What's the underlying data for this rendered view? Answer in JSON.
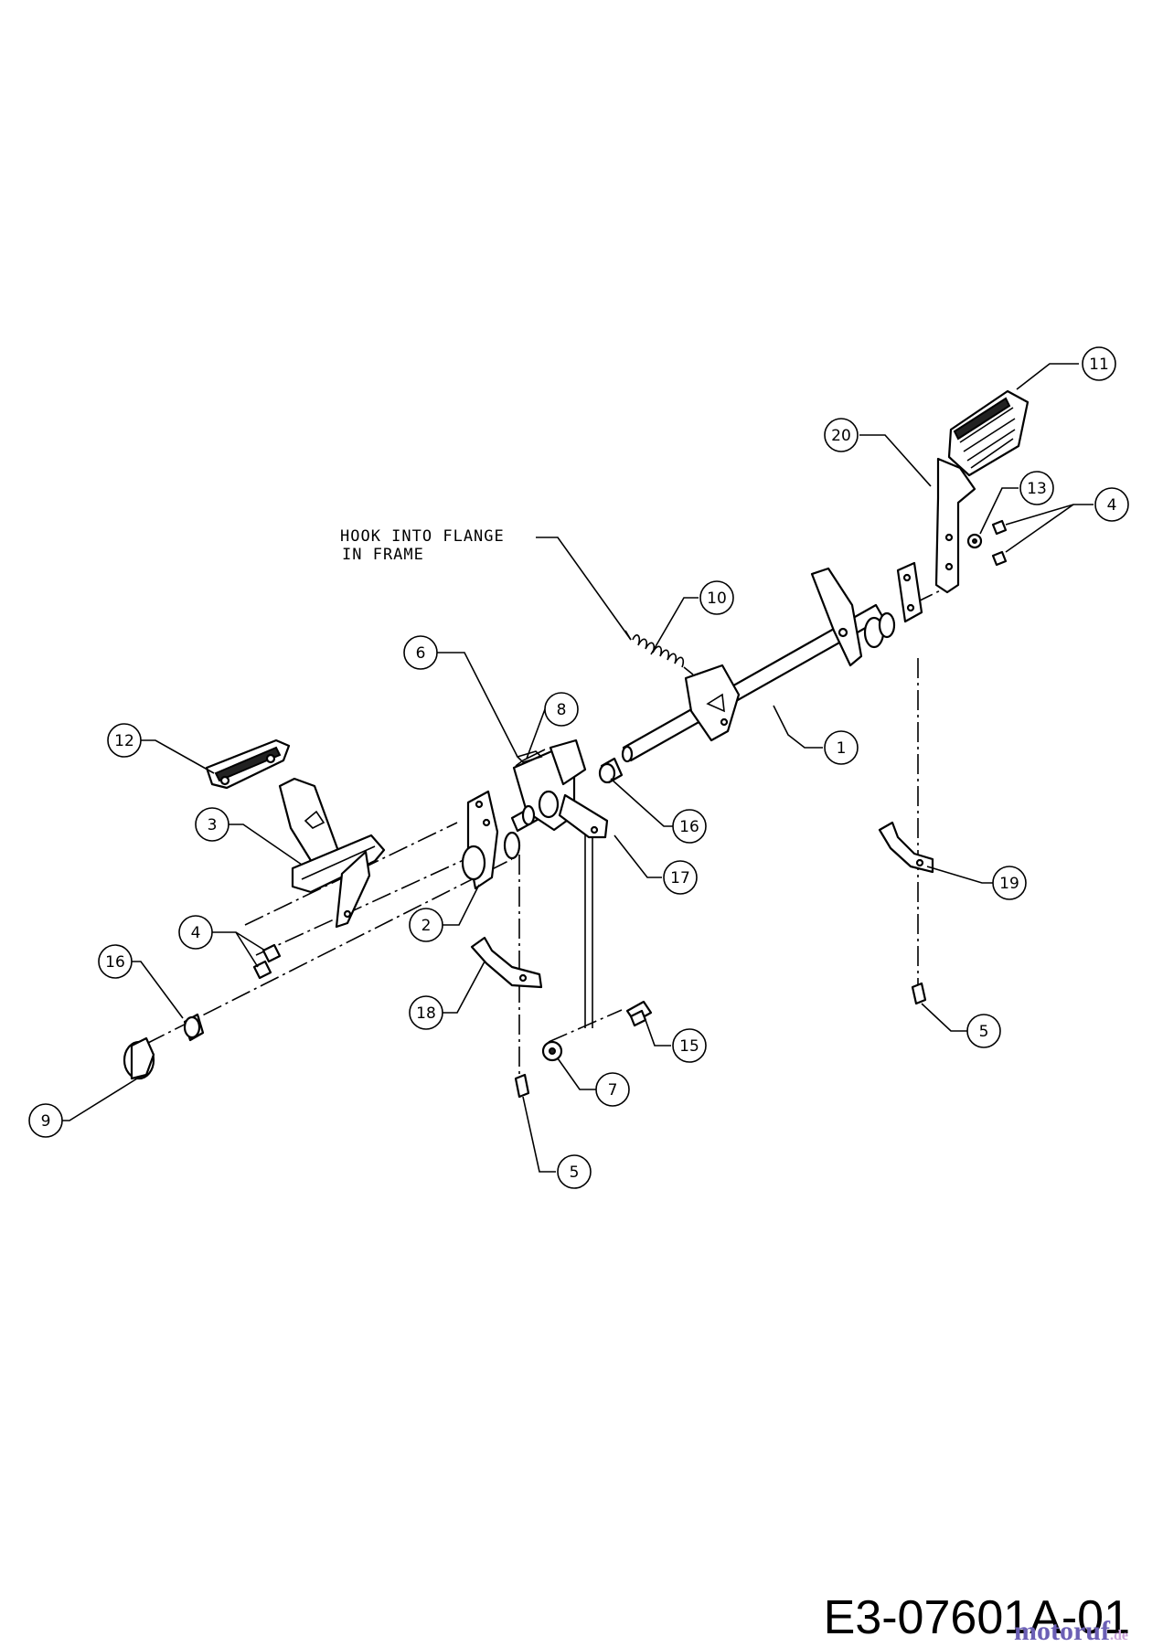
{
  "note": {
    "line1": "HOOK INTO FLANGE",
    "line2": "IN FRAME"
  },
  "callouts": {
    "c1": "1",
    "c2": "2",
    "c3": "3",
    "c4a": "4",
    "c4b": "4",
    "c5a": "5",
    "c5b": "5",
    "c6": "6",
    "c7": "7",
    "c8": "8",
    "c9": "9",
    "c10": "10",
    "c11": "11",
    "c12": "12",
    "c13": "13",
    "c15": "15",
    "c16a": "16",
    "c16b": "16",
    "c17": "17",
    "c18": "18",
    "c19": "19",
    "c20": "20"
  },
  "drawing_code": "E3-07601A-01",
  "watermark": {
    "text": "motoruf",
    "suffix": ".de"
  }
}
